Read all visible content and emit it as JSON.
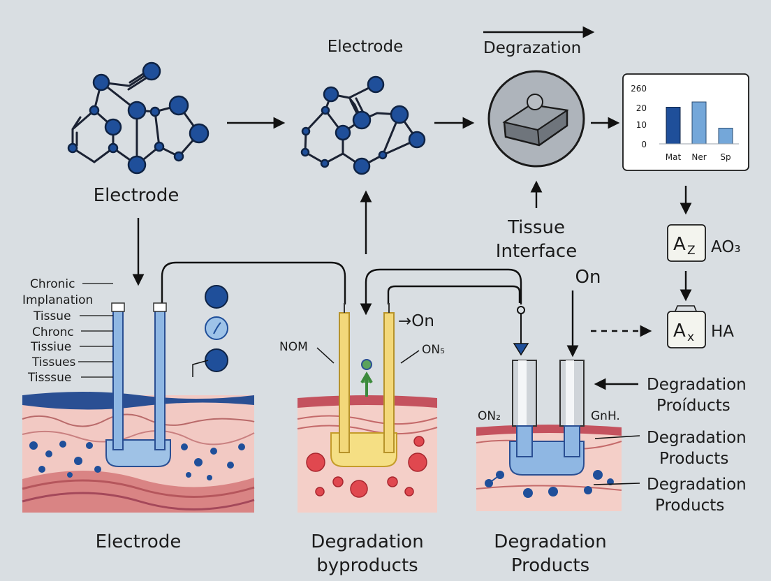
{
  "labels": {
    "electrode_top_left": "Electrode",
    "electrode_top_center": "Electrode",
    "degradation_header": "Degrazation",
    "tissue_interface_1": "Tissue",
    "tissue_interface_2": "Interface",
    "on_label": "On",
    "bottom_electrode": "Electrode",
    "bottom_byproducts_1": "Degradation",
    "bottom_byproducts_2": "byproducts",
    "bottom_products_1": "Degradation",
    "bottom_products_2": "Products",
    "left_list": [
      "Chronic",
      "Implanation",
      "Tissue",
      "Chronc",
      "Tissiue",
      "Tissues",
      "Tisssue"
    ],
    "nom": "NOM",
    "on5": "ON₅",
    "arrow_on": "→On",
    "on2": "ON₂",
    "gnh": "GnH.",
    "products_right": [
      {
        "line1": "Degradation",
        "line2": "Proíducts"
      },
      {
        "line1": "Degradation",
        "line2": "Products"
      },
      {
        "line1": "Degradation",
        "line2": "Products"
      }
    ],
    "az_box": "A",
    "az_sub": "Z",
    "ao3": "AO₃",
    "ax_box": "A",
    "ax_sub": "x",
    "ha": "HA"
  },
  "chart_data": {
    "type": "bar",
    "categories": [
      "Mat",
      "Ner",
      "Sp"
    ],
    "values": [
      21,
      24,
      9
    ],
    "y_ticks": [
      "0",
      "10",
      "20",
      "260"
    ],
    "ylim": [
      0,
      32
    ],
    "colors": [
      "#1f4f9a",
      "#74a7d9",
      "#74a7d9"
    ]
  }
}
